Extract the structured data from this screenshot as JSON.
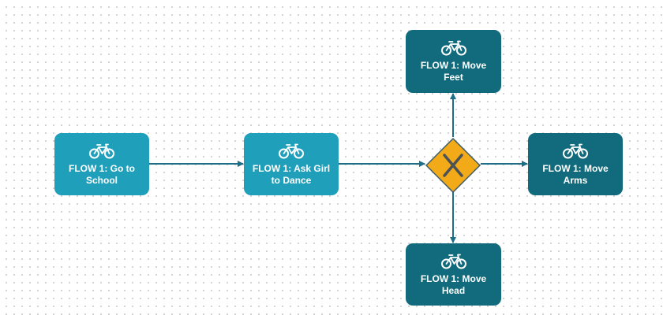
{
  "colors": {
    "light_node": "#209fbb",
    "dark_node": "#116b7c",
    "edge": "#1c6f86",
    "gateway_fill": "#f2aa19",
    "gateway_stroke": "#3d5b68",
    "gateway_x": "#4a5256"
  },
  "icon": "bicycle-icon",
  "nodes": {
    "school": {
      "label": "FLOW 1: Go to School"
    },
    "dance": {
      "label": "FLOW 1: Ask Girl to Dance"
    },
    "feet": {
      "label": "FLOW 1: Move Feet"
    },
    "arms": {
      "label": "FLOW 1: Move Arms"
    },
    "head": {
      "label": "FLOW 1: Move Head"
    }
  },
  "gateway": {
    "type": "exclusive",
    "symbol": "X"
  },
  "edges": [
    {
      "from": "school",
      "to": "dance"
    },
    {
      "from": "dance",
      "to": "gateway"
    },
    {
      "from": "gateway",
      "to": "feet"
    },
    {
      "from": "gateway",
      "to": "arms"
    },
    {
      "from": "gateway",
      "to": "head"
    }
  ]
}
